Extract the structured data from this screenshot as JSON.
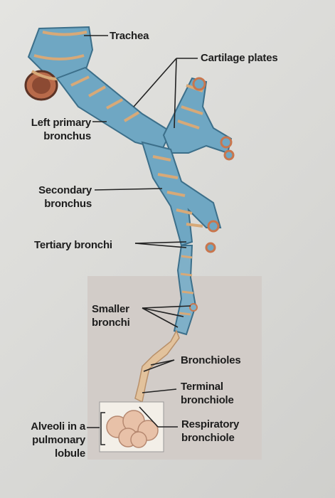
{
  "labels": {
    "trachea": "Trachea",
    "cartilage_plates": "Cartilage plates",
    "left_primary_bronchus": "Left primary\nbronchus",
    "secondary_bronchus": "Secondary\nbronchus",
    "tertiary_bronchi": "Tertiary bronchi",
    "smaller_bronchi": "Smaller\nbronchi",
    "bronchioles": "Bronchioles",
    "terminal_bronchiole": "Terminal\nbronchiole",
    "respiratory_bronchiole": "Respiratory\nbronchiole",
    "alveoli": "Alveoli in a\npulmonary\nlobule"
  },
  "colors": {
    "airway_blue": "#6fa7c3",
    "cartilage_tan": "#d7a978",
    "bronchiole_tan": "#e2c29c",
    "alveoli_pink": "#e8c1a8",
    "leader_line": "#222222"
  }
}
